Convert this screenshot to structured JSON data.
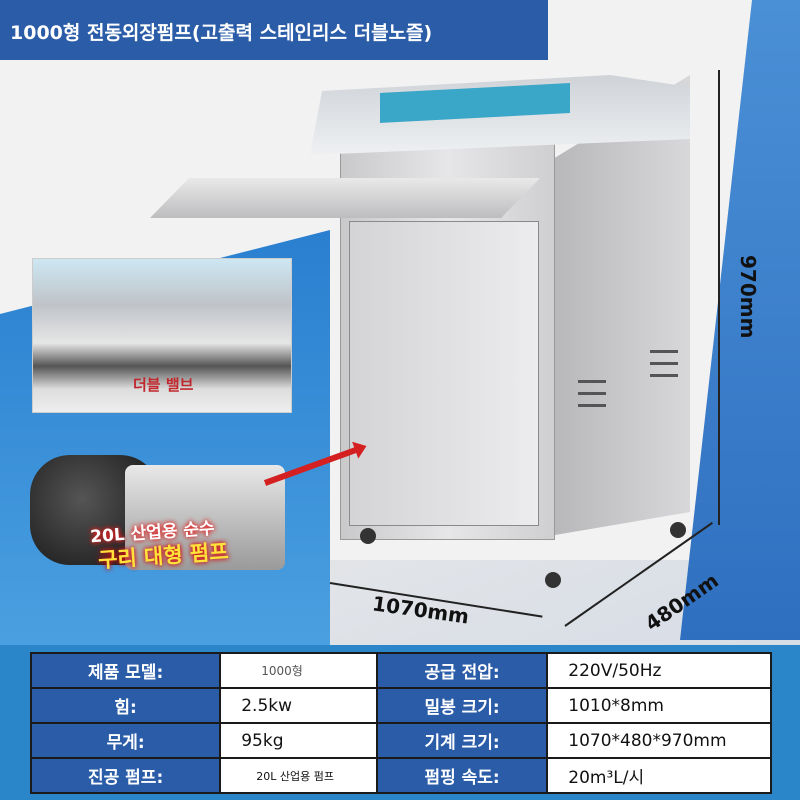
{
  "header": {
    "title": "1000형 전동외장펌프(고출력 스테인리스 더블노즐)"
  },
  "inset": {
    "label": "더블 밸브"
  },
  "pump": {
    "line1": "20L 산업용 순수",
    "line2": "구리 대형 펌프"
  },
  "dimensions": {
    "height": "970mm",
    "width": "1070mm",
    "depth": "480mm"
  },
  "specs": [
    {
      "label": "제품 모델:",
      "value": "1000형",
      "label2": "공급 전압:",
      "value2": "220V/50Hz"
    },
    {
      "label": "힘:",
      "value": "2.5kw",
      "label2": "밀봉 크기:",
      "value2": "1010*8mm"
    },
    {
      "label": "무게:",
      "value": "95kg",
      "label2": "기계 크기:",
      "value2": "1070*480*970mm"
    },
    {
      "label": "진공 펌프:",
      "value": "20L 산업용 펌프",
      "label2": "펌핑 속도:",
      "value2": "20m³L/시"
    }
  ]
}
